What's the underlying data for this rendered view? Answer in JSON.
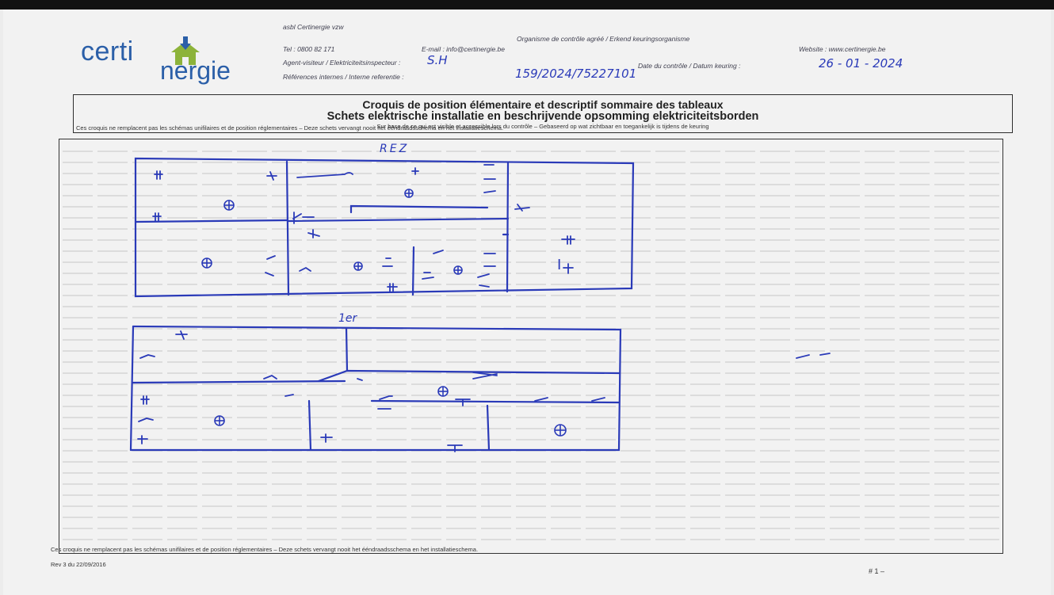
{
  "header": {
    "org": "asbl Certinergie vzw",
    "org_type": "Organisme de contrôle agréé / Erkend keuringsorganisme",
    "phone": "Tel : 0800 82 171",
    "email": "E-mail : info@certinergie.be",
    "website": "Website : www.certinergie.be",
    "agent_label": "Agent-visiteur / Elektriciteitsinspecteur :",
    "agent_value": "S.H",
    "date_label": "Date du contrôle / Datum keuring :",
    "date_value": "26 - 01 - 2024",
    "ref_label": "Références internes / Interne referentie :",
    "ref_value": "159/2024/75227101"
  },
  "logo": {
    "part1": "certi",
    "part2": "nergie"
  },
  "title": {
    "line1": "Croquis de position élémentaire et descriptif sommaire des tableaux",
    "line2": "Schets elektrische installatie en beschrijvende opsomming elektriciteitsborden",
    "line3": "Sur base de ce qui est visible et accessible lors du contrôle – Gebaseerd op wat zichtbaar en toegankelijk is tijdens de keuring"
  },
  "note_top": "Ces croquis ne remplacent pas les schémas unifilaires et de position réglementaires – Deze schets vervangt nooit het ééndraadsschema en het installatieschema.",
  "note_bottom": "Ces croquis ne remplacent pas les schémas unifilaires et de position réglementaires – Deze schets vervangt nooit het ééndraadsschema en het installatieschema.",
  "sketch": {
    "floor_ground": "REZ",
    "floor_first": "1er",
    "tableau_label": "I"
  },
  "footer": {
    "rev": "Rev 3 du 22/09/2016",
    "page": "# 1 –"
  },
  "colors": {
    "ink": "#2a3ab8",
    "logo_blue": "#2b5fa8",
    "logo_green": "#8db33a"
  }
}
